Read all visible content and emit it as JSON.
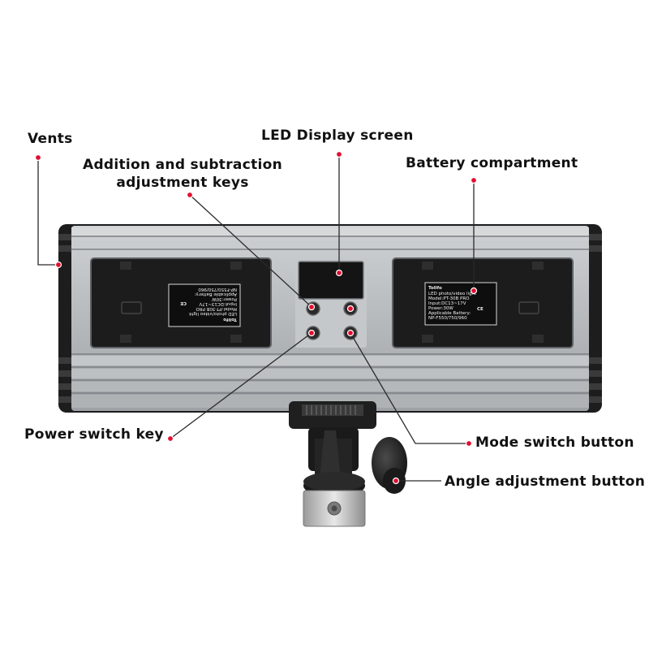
{
  "callouts": {
    "vents": "Vents",
    "led_display": "LED Display screen",
    "add_sub_line1": "Addition and subtraction",
    "add_sub_line2": "adjustment keys",
    "battery": "Battery compartment",
    "power": "Power switch key",
    "mode": "Mode switch button",
    "angle": "Angle adjustment button"
  },
  "battery_labels": {
    "left": {
      "brand": "Tolifo",
      "line1": "LED photo/video light",
      "line2": "Model:PT-30B PRO",
      "line3": "Input:DC13~17V",
      "line4": "Power:30W",
      "line5": "Applicable Battery:",
      "line6": "NP-F550/750/960",
      "cert": "CE"
    },
    "right": {
      "brand": "Tolifo",
      "line1": "LED photo/video light",
      "line2": "Model:PT-30B PRO",
      "line3": "Input:DC13~17V",
      "line4": "Power:30W",
      "line5": "Applicable Battery:",
      "line6": "NP-F550/750/960",
      "cert": "CE"
    }
  },
  "colors": {
    "accent_dot": "#e01030",
    "housing": "#b9bcbf",
    "compartment": "#1c1c1c"
  }
}
